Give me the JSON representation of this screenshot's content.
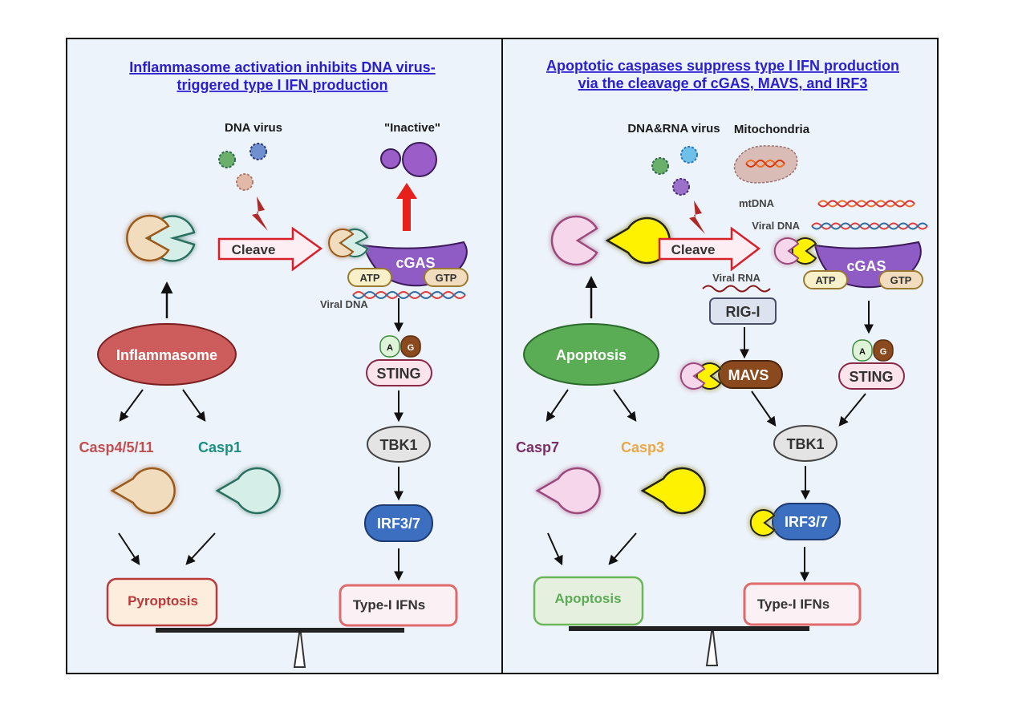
{
  "left_panel": {
    "title_line1": "Inflammasome activation inhibits DNA virus-",
    "title_line2": "triggered type I IFN production",
    "virus_label": "DNA virus",
    "inactive_label": "\"Inactive\"",
    "cleave_label": "Cleave",
    "cgas_label": "cGAS",
    "atp_label": "ATP",
    "gtp_label": "GTP",
    "viral_dna_label": "Viral DNA",
    "sting_a": "A",
    "sting_g": "G",
    "sting_label": "STING",
    "tbk1_label": "TBK1",
    "irf_label": "IRF3/7",
    "inflammasome_label": "Inflammasome",
    "casp_a_label": "Casp4/5/11",
    "casp_b_label": "Casp1",
    "outcome_label": "Pyroptosis",
    "ifn_label": "Type-I IFNs"
  },
  "right_panel": {
    "title_line1": "Apoptotic caspases suppress type I IFN production",
    "title_line2": " via the cleavage of cGAS, MAVS, and IRF3",
    "virus_label": "DNA&RNA virus",
    "mito_label": "Mitochondria",
    "mtdna_label": "mtDNA",
    "viral_dna_label": "Viral DNA",
    "cleave_label": "Cleave",
    "viral_rna_label": "Viral RNA",
    "rigi_label": "RIG-I",
    "cgas_label": "cGAS",
    "atp_label": "ATP",
    "gtp_label": "GTP",
    "mavs_label": "MAVS",
    "sting_a": "A",
    "sting_g": "G",
    "sting_label": "STING",
    "tbk1_label": "TBK1",
    "irf_label": "IRF3/7",
    "apoptosis_label": "Apoptosis",
    "casp_a_label": "Casp7",
    "casp_b_label": "Casp3",
    "outcome_label": "Apoptosis",
    "ifn_label": "Type-I IFNs"
  },
  "colors": {
    "title": "#2a1fd0",
    "panel_bg": "#edf3fb",
    "cgas": "#8e5cc4",
    "inflammasome": "#cd5c5c",
    "apoptosis": "#5aac55",
    "casp_tan": "#f1dcbd",
    "casp_teal": "#d6eee8",
    "casp_pink": "#f6d6ea",
    "casp_yellow": "#fff200",
    "irf": "#3c6fc0",
    "mavs": "#8b4a1e",
    "arrow_red": "#e8201c"
  }
}
